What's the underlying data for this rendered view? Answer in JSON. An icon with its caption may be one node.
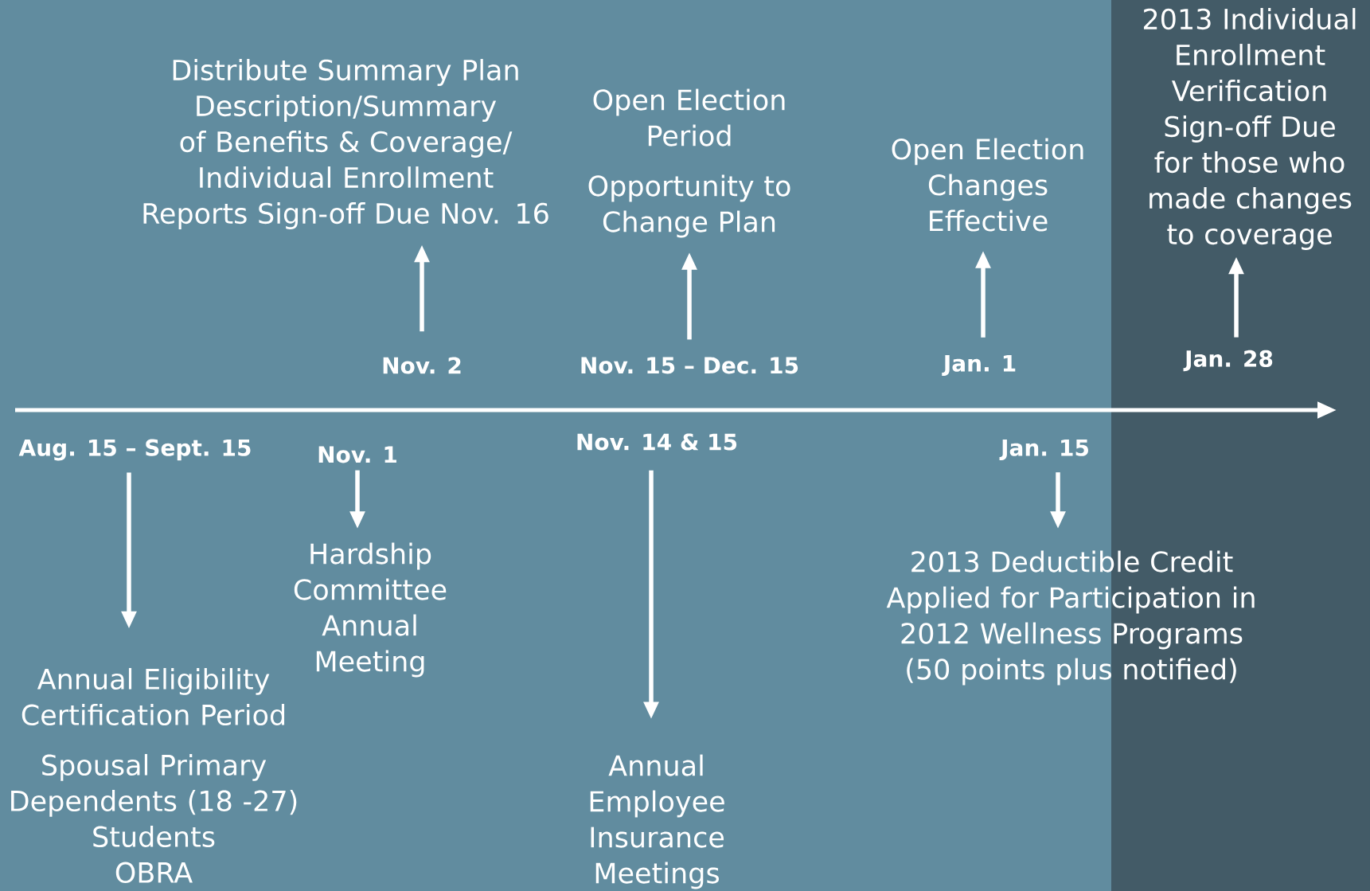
{
  "diagram": {
    "nodes": [
      {
        "text": [
          "Distribute Summary Plan Description/Summary of Benefits & Coverage/ Individual Enrollment Reports Sign-off Due Nov. 16"
        ]
      },
      {
        "text": [
          "Open Election Period",
          "Opportunity to Change Plan"
        ]
      },
      {
        "text": [
          "Open Election Changes Effective"
        ]
      },
      {
        "text": [
          "2013 Individual Enrollment Verification Sign-off Due for those who made changes to coverage"
        ]
      },
      {
        "text": [
          "Nov. 2"
        ]
      },
      {
        "text": [
          "Nov. 15 – Dec. 15"
        ]
      },
      {
        "text": [
          "Jan. 1"
        ]
      },
      {
        "text": [
          "Jan. 28"
        ]
      },
      {
        "text": [
          "Aug. 15 – Sept. 15"
        ]
      },
      {
        "text": [
          "Nov. 1"
        ]
      },
      {
        "text": [
          "Nov. 14 & 15"
        ]
      },
      {
        "text": [
          "Jan. 15"
        ]
      },
      {
        "text": [
          "Annual Eligibility Certification Period",
          "Spousal Primary",
          "Dependents (18 -27)",
          "Students",
          "OBRA"
        ]
      },
      {
        "text": [
          "Hardship Committee Annual Meeting"
        ]
      },
      {
        "text": [
          "Annual Employee Insurance Meetings"
        ]
      },
      {
        "text": [
          "2013 Deductible Credit Applied for Participation in 2012 Wellness Programs (50 points plus notified)"
        ]
      }
    ],
    "edges": [
      {
        "from": 4,
        "to": 0,
        "arrow": "to"
      },
      {
        "from": 5,
        "to": 1,
        "arrow": "to"
      },
      {
        "from": 6,
        "to": 2,
        "arrow": "to"
      },
      {
        "from": 7,
        "to": 3,
        "arrow": "to"
      },
      {
        "from": 8,
        "to": 12,
        "arrow": "to"
      },
      {
        "from": 9,
        "to": 13,
        "arrow": "to"
      },
      {
        "from": 10,
        "to": 14,
        "arrow": "to"
      },
      {
        "from": 11,
        "to": 15,
        "arrow": "to"
      }
    ]
  }
}
